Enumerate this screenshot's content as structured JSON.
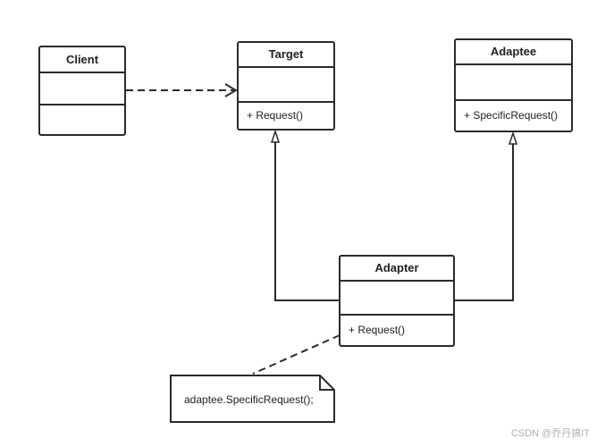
{
  "classes": {
    "client": {
      "name": "Client",
      "operations": []
    },
    "target": {
      "name": "Target",
      "operations": [
        "+ Request()"
      ]
    },
    "adaptee": {
      "name": "Adaptee",
      "operations": [
        "+ SpecificRequest()"
      ]
    },
    "adapter": {
      "name": "Adapter",
      "operations": [
        "+ Request()"
      ]
    }
  },
  "note": {
    "text": "adaptee.SpecificRequest();"
  },
  "relations": [
    {
      "from": "Client",
      "to": "Target",
      "kind": "dependency"
    },
    {
      "from": "Adapter",
      "to": "Target",
      "kind": "realization"
    },
    {
      "from": "Adapter",
      "to": "Adaptee",
      "kind": "realization"
    },
    {
      "from": "Adapter",
      "to": "note",
      "kind": "note-link"
    }
  ],
  "watermark": "CSDN @乔丹搞IT"
}
